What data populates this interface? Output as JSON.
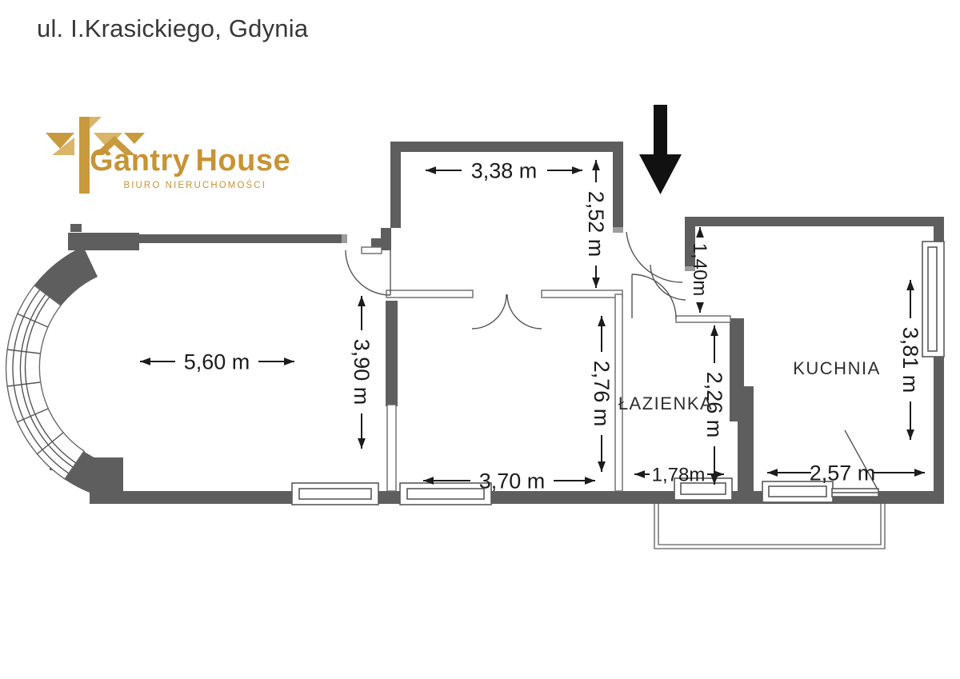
{
  "header": {
    "title": "ul. I.Krasickiego, Gdynia"
  },
  "logo": {
    "brand_part1": "Gantry",
    "brand_part2": "House",
    "tagline": "BIURO NIERUCHOMOŚCI",
    "gold_color": "#C79435"
  },
  "plan": {
    "rooms": [
      {
        "label": "ŁAZIENKA"
      },
      {
        "label": "KUCHNIA"
      }
    ],
    "dimensions": {
      "hall_width": "3,38 m",
      "hall_depth": "2,52 m",
      "entry_niche": "1,40m",
      "kitchen_depth": "3,81 m",
      "kitchen_width": "2,57 m",
      "living_width": "5,60 m",
      "living_depth": "3,90 m",
      "middle_room_width": "3,70 m",
      "middle_room_depth": "2,76 m",
      "bathroom_depth": "2,26 m",
      "bathroom_width": "1,78m"
    },
    "icons": {
      "entrance": "arrow-down"
    },
    "colors": {
      "wall": "#5E5E5E",
      "dimension": "#1C1C1C"
    }
  }
}
